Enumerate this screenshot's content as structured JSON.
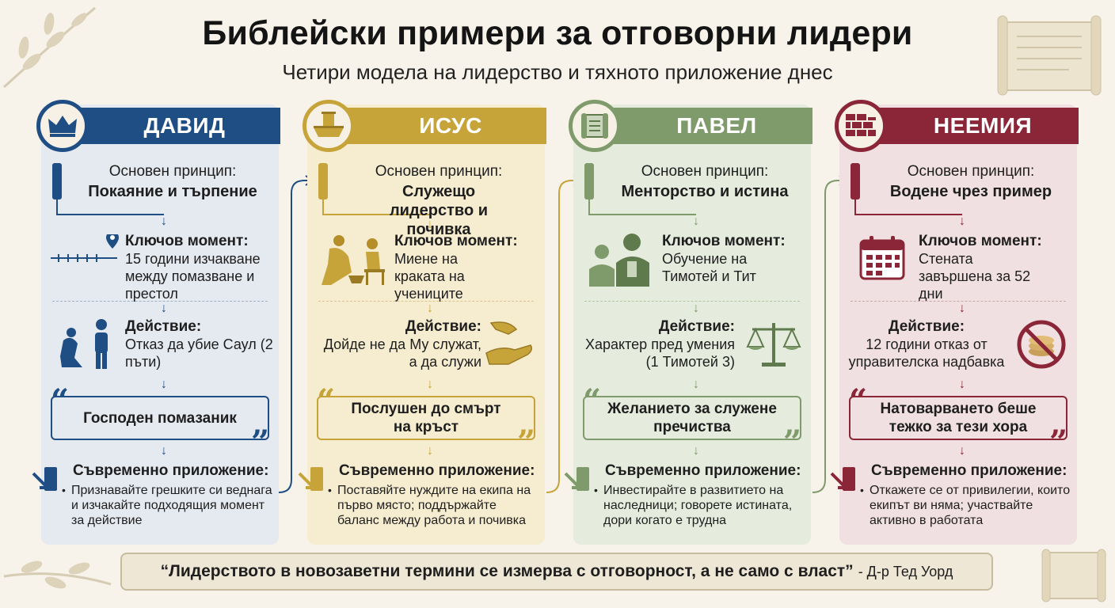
{
  "title": "Библейски примери за отговорни лидери",
  "subtitle": "Четири модела на лидерство и тяхното приложение днес",
  "colors": {
    "david": "#1f4e84",
    "jesus": "#c7a43a",
    "paul": "#7f9a6b",
    "nehemiah": "#8a2637"
  },
  "icons": {
    "david": "crown-icon",
    "jesus": "basin-towel-icon",
    "paul": "scroll-icon",
    "nehemiah": "brick-wall-icon"
  },
  "columns": [
    {
      "name": "ДАВИД",
      "principle_label": "Основен принцип:",
      "principle": "Покаяние и търпение",
      "key_label": "Ключов момент:",
      "key_text": "15 години изчакване между помазване и престол",
      "action_label": "Действие:",
      "action_text": "Отказ да убие Саул (2 пъти)",
      "quote": "Господен помазаник",
      "modern_label": "Съвременно приложение:",
      "modern_text": "Признавайте грешките си веднага и изчакайте подходящия момент за действие"
    },
    {
      "name": "ИСУС",
      "principle_label": "Основен принцип:",
      "principle": "Служещо лидерство и почивка",
      "key_label": "Ключов момент:",
      "key_text": "Миене на краката на учениците",
      "action_label": "Действие:",
      "action_text": "Дойде не да Му служат, а да служи",
      "quote": "Послушен до смърт на кръст",
      "modern_label": "Съвременно приложение:",
      "modern_text": "Поставяйте нуждите на екипа на първо място; поддържайте баланс между работа и почивка"
    },
    {
      "name": "ПАВЕЛ",
      "principle_label": "Основен принцип:",
      "principle": "Менторство и истина",
      "key_label": "Ключов момент:",
      "key_text": "Обучение на Тимотей и Тит",
      "action_label": "Действие:",
      "action_text": "Характер пред умения (1 Тимотей 3)",
      "quote": "Желанието за служене пречиства",
      "modern_label": "Съвременно приложение:",
      "modern_text": "Инвестирайте в развитието на наследници; говорете истината, дори когато е трудна"
    },
    {
      "name": "НЕЕМИЯ",
      "principle_label": "Основен принцип:",
      "principle": "Водене чрез пример",
      "key_label": "Ключов момент:",
      "key_text": "Стената завършена за 52 дни",
      "action_label": "Действие:",
      "action_text": "12 години отказ от управителска надбавка",
      "quote": "Натоварването беше тежко за тези хора",
      "modern_label": "Съвременно приложение:",
      "modern_text": "Откажете се от привилегии, които екипът ви няма; участвайте активно в работата"
    }
  ],
  "footer": {
    "quote": "“Лидерството в новозаветни термини се измерва с отговорност, а не само с власт”",
    "author": "- Д-р Тед Уорд"
  }
}
